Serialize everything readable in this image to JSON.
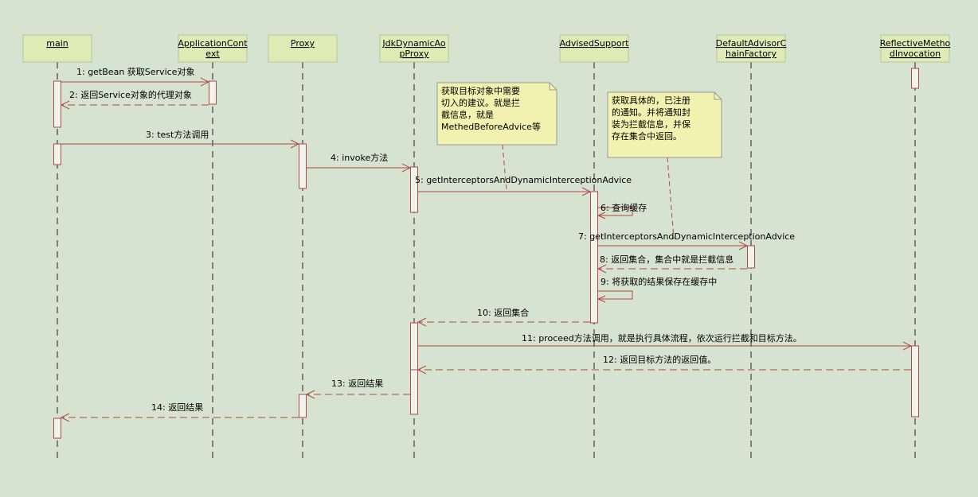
{
  "participants": [
    {
      "id": "main",
      "lines": [
        "main"
      ]
    },
    {
      "id": "appctx",
      "lines": [
        "ApplicationCont",
        "ext"
      ]
    },
    {
      "id": "proxy",
      "lines": [
        "Proxy"
      ]
    },
    {
      "id": "jdkproxy",
      "lines": [
        "JdkDynamicAo",
        "pProxy"
      ]
    },
    {
      "id": "advised",
      "lines": [
        "AdvisedSupport"
      ]
    },
    {
      "id": "chainfactory",
      "lines": [
        "DefaultAdvisorC",
        "hainFactory"
      ]
    },
    {
      "id": "reflective",
      "lines": [
        "ReflectiveMetho",
        "dInvocation"
      ]
    }
  ],
  "messages": [
    {
      "from": "main",
      "to": "appctx",
      "kind": "call",
      "label": "1: getBean 获取Service对象"
    },
    {
      "from": "appctx",
      "to": "main",
      "kind": "return",
      "label": "2: 返回Service对象的代理对象"
    },
    {
      "from": "main",
      "to": "proxy",
      "kind": "call",
      "label": "3: test方法调用"
    },
    {
      "from": "proxy",
      "to": "jdkproxy",
      "kind": "call",
      "label": "4: invoke方法"
    },
    {
      "from": "jdkproxy",
      "to": "advised",
      "kind": "call",
      "label": "5: getInterceptorsAndDynamicInterceptionAdvice"
    },
    {
      "from": "advised",
      "to": "advised",
      "kind": "self",
      "label": "6: 查询缓存"
    },
    {
      "from": "advised",
      "to": "chainfactory",
      "kind": "call",
      "label": "7: getInterceptorsAndDynamicInterceptionAdvice"
    },
    {
      "from": "chainfactory",
      "to": "advised",
      "kind": "return",
      "label": "8: 返回集合，集合中就是拦截信息"
    },
    {
      "from": "advised",
      "to": "advised",
      "kind": "self",
      "label": "9: 将获取的结果保存在缓存中"
    },
    {
      "from": "advised",
      "to": "jdkproxy",
      "kind": "return",
      "label": "10: 返回集合"
    },
    {
      "from": "jdkproxy",
      "to": "reflective",
      "kind": "call",
      "label": "11: proceed方法调用，就是执行具体流程，依次运行拦截和目标方法。"
    },
    {
      "from": "reflective",
      "to": "jdkproxy",
      "kind": "return",
      "label": "12: 返回目标方法的返回值。"
    },
    {
      "from": "jdkproxy",
      "to": "proxy",
      "kind": "return",
      "label": "13: 返回结果"
    },
    {
      "from": "proxy",
      "to": "main",
      "kind": "return",
      "label": "14: 返回结果"
    }
  ],
  "notes": [
    {
      "id": "note-advice",
      "lines": [
        "获取目标对象中需要",
        "切入的建议。就是拦",
        "截信息，就是",
        "MethedBeforeAdvice等"
      ]
    },
    {
      "id": "note-registered",
      "lines": [
        "获取具体的，已注册",
        "的通知。并将通知封",
        "装为拦截信息，并保",
        "存在集合中返回。"
      ]
    }
  ],
  "colors": {
    "background": "#d6e3d0",
    "participant_fill": "#dfeab5",
    "note_fill": "#f2f2b0",
    "message_line": "#b04a4a",
    "activation_fill": "#eff3ea"
  }
}
